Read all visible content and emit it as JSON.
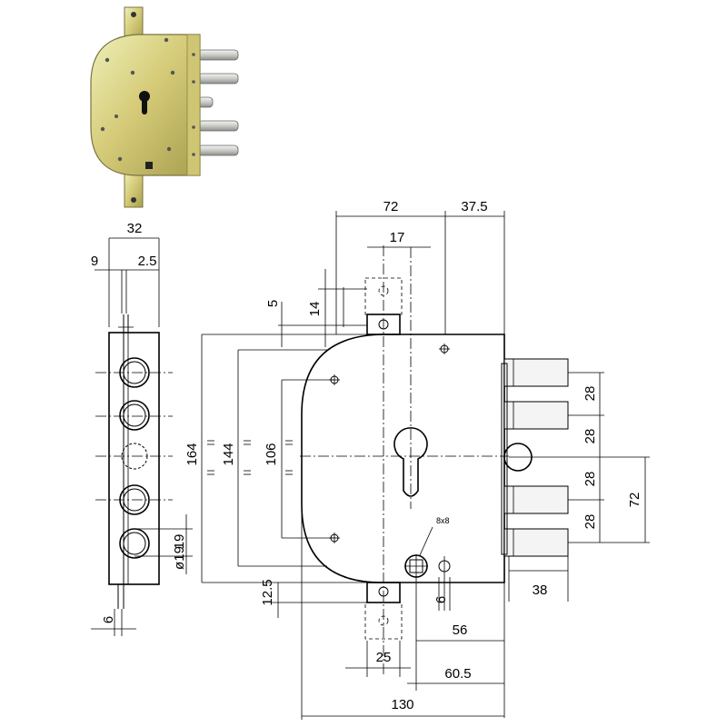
{
  "dimensions": {
    "d72": "72",
    "d37_5": "37.5",
    "d17": "17",
    "d14": "14",
    "d5": "5",
    "d32": "32",
    "d9": "9",
    "d2_5": "2.5",
    "d164": "164",
    "d144": "144",
    "d106": "106",
    "d28a": "28",
    "d28b": "28",
    "d28c": "28",
    "d28d": "28",
    "d72_right": "72",
    "d38": "38",
    "d8x8": "8x8",
    "d6_small": "6",
    "d56": "56",
    "d60_5": "60.5",
    "d25": "25",
    "d12_5": "12.5",
    "d130": "130",
    "d19": "19",
    "d19_symbol": "ø19",
    "d6_side": "6"
  },
  "colors": {
    "lock_body": "#d6cc7a",
    "lock_body_dark": "#a89f4e",
    "lock_highlight": "#eef0b8",
    "bolt_steel": "#c9cbc6",
    "line": "#000000"
  }
}
